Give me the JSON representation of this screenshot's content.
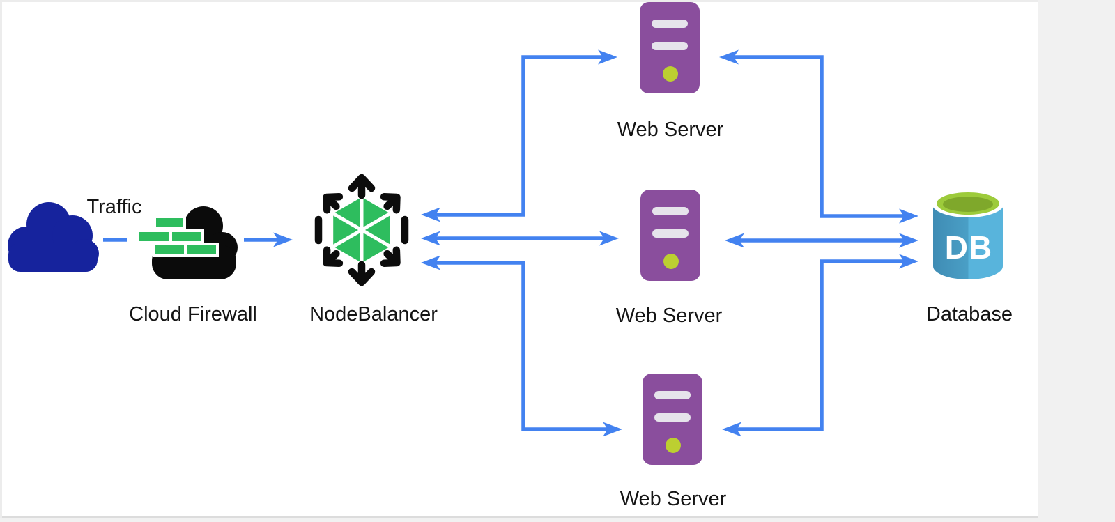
{
  "diagram": {
    "nodes": [
      {
        "id": "traffic",
        "label": "Traffic",
        "icon": "cloud-icon"
      },
      {
        "id": "firewall",
        "label": "Cloud Firewall",
        "icon": "firewall-cloud-icon"
      },
      {
        "id": "nodebalancer",
        "label": "NodeBalancer",
        "icon": "nodebalancer-icon"
      },
      {
        "id": "webserver1",
        "label": "Web Server",
        "icon": "server-tower-icon"
      },
      {
        "id": "webserver2",
        "label": "Web Server",
        "icon": "server-tower-icon"
      },
      {
        "id": "webserver3",
        "label": "Web Server",
        "icon": "server-tower-icon"
      },
      {
        "id": "database",
        "label": "Database",
        "icon": "database-cylinder-icon",
        "badge": "DB"
      }
    ],
    "edges": [
      {
        "from": "traffic",
        "to": "firewall",
        "style": "dashed",
        "arrows": "none"
      },
      {
        "from": "firewall",
        "to": "nodebalancer",
        "style": "solid",
        "arrows": "forward"
      },
      {
        "from": "nodebalancer",
        "to": "webserver1",
        "style": "solid",
        "arrows": "both"
      },
      {
        "from": "nodebalancer",
        "to": "webserver2",
        "style": "solid",
        "arrows": "both"
      },
      {
        "from": "nodebalancer",
        "to": "webserver3",
        "style": "solid",
        "arrows": "both"
      },
      {
        "from": "webserver1",
        "to": "database",
        "style": "solid",
        "arrows": "both"
      },
      {
        "from": "webserver2",
        "to": "database",
        "style": "solid",
        "arrows": "both"
      },
      {
        "from": "webserver3",
        "to": "database",
        "style": "solid",
        "arrows": "both"
      }
    ],
    "colors": {
      "connector_blue": "#4382F0",
      "traffic_cloud_navy": "#16239D",
      "firewall_black": "#0b0b0b",
      "brick_green": "#2EBD5E",
      "nodebalancer_green": "#2EBD5E",
      "server_purple": "#8A4E9D",
      "server_slot_gray": "#E6E3EB",
      "server_led_lime": "#BCCF31",
      "db_blue_dark": "#4593BB",
      "db_blue_light": "#57B4DC",
      "db_top_green": "#9DCB3B",
      "db_top_green_dark": "#7FA82B",
      "canvas_white": "#ffffff",
      "page_gray": "#f1f1f1",
      "label_black": "#141414"
    }
  }
}
